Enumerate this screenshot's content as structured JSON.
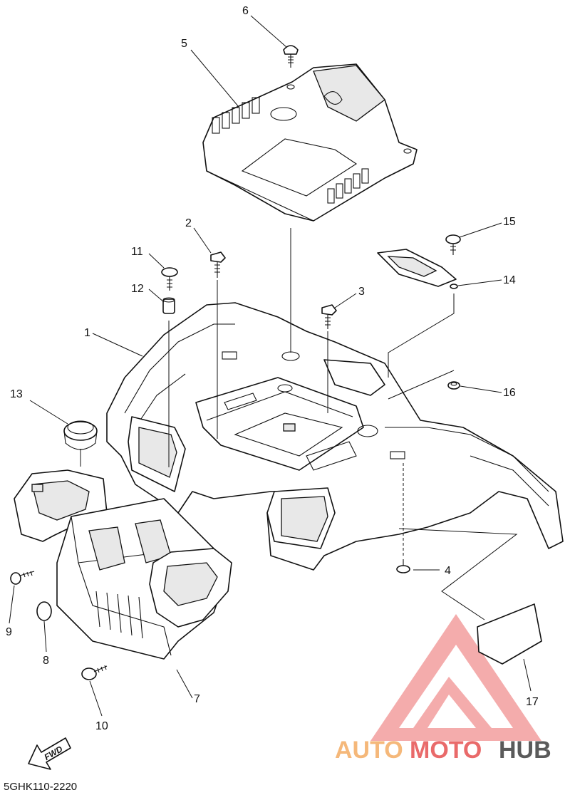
{
  "diagram_code": "5GHK110-2220",
  "direction_arrow": "FWD",
  "watermark": {
    "word1": "AUTO",
    "word2": "MOTO",
    "word3": "HUB",
    "color_orange": "#f5b87a",
    "color_red": "#e96a6a",
    "color_gray": "#5a5a5a"
  },
  "callouts": [
    "1",
    "2",
    "3",
    "4",
    "5",
    "6",
    "7",
    "8",
    "9",
    "10",
    "11",
    "12",
    "13",
    "14",
    "15",
    "16",
    "17"
  ]
}
